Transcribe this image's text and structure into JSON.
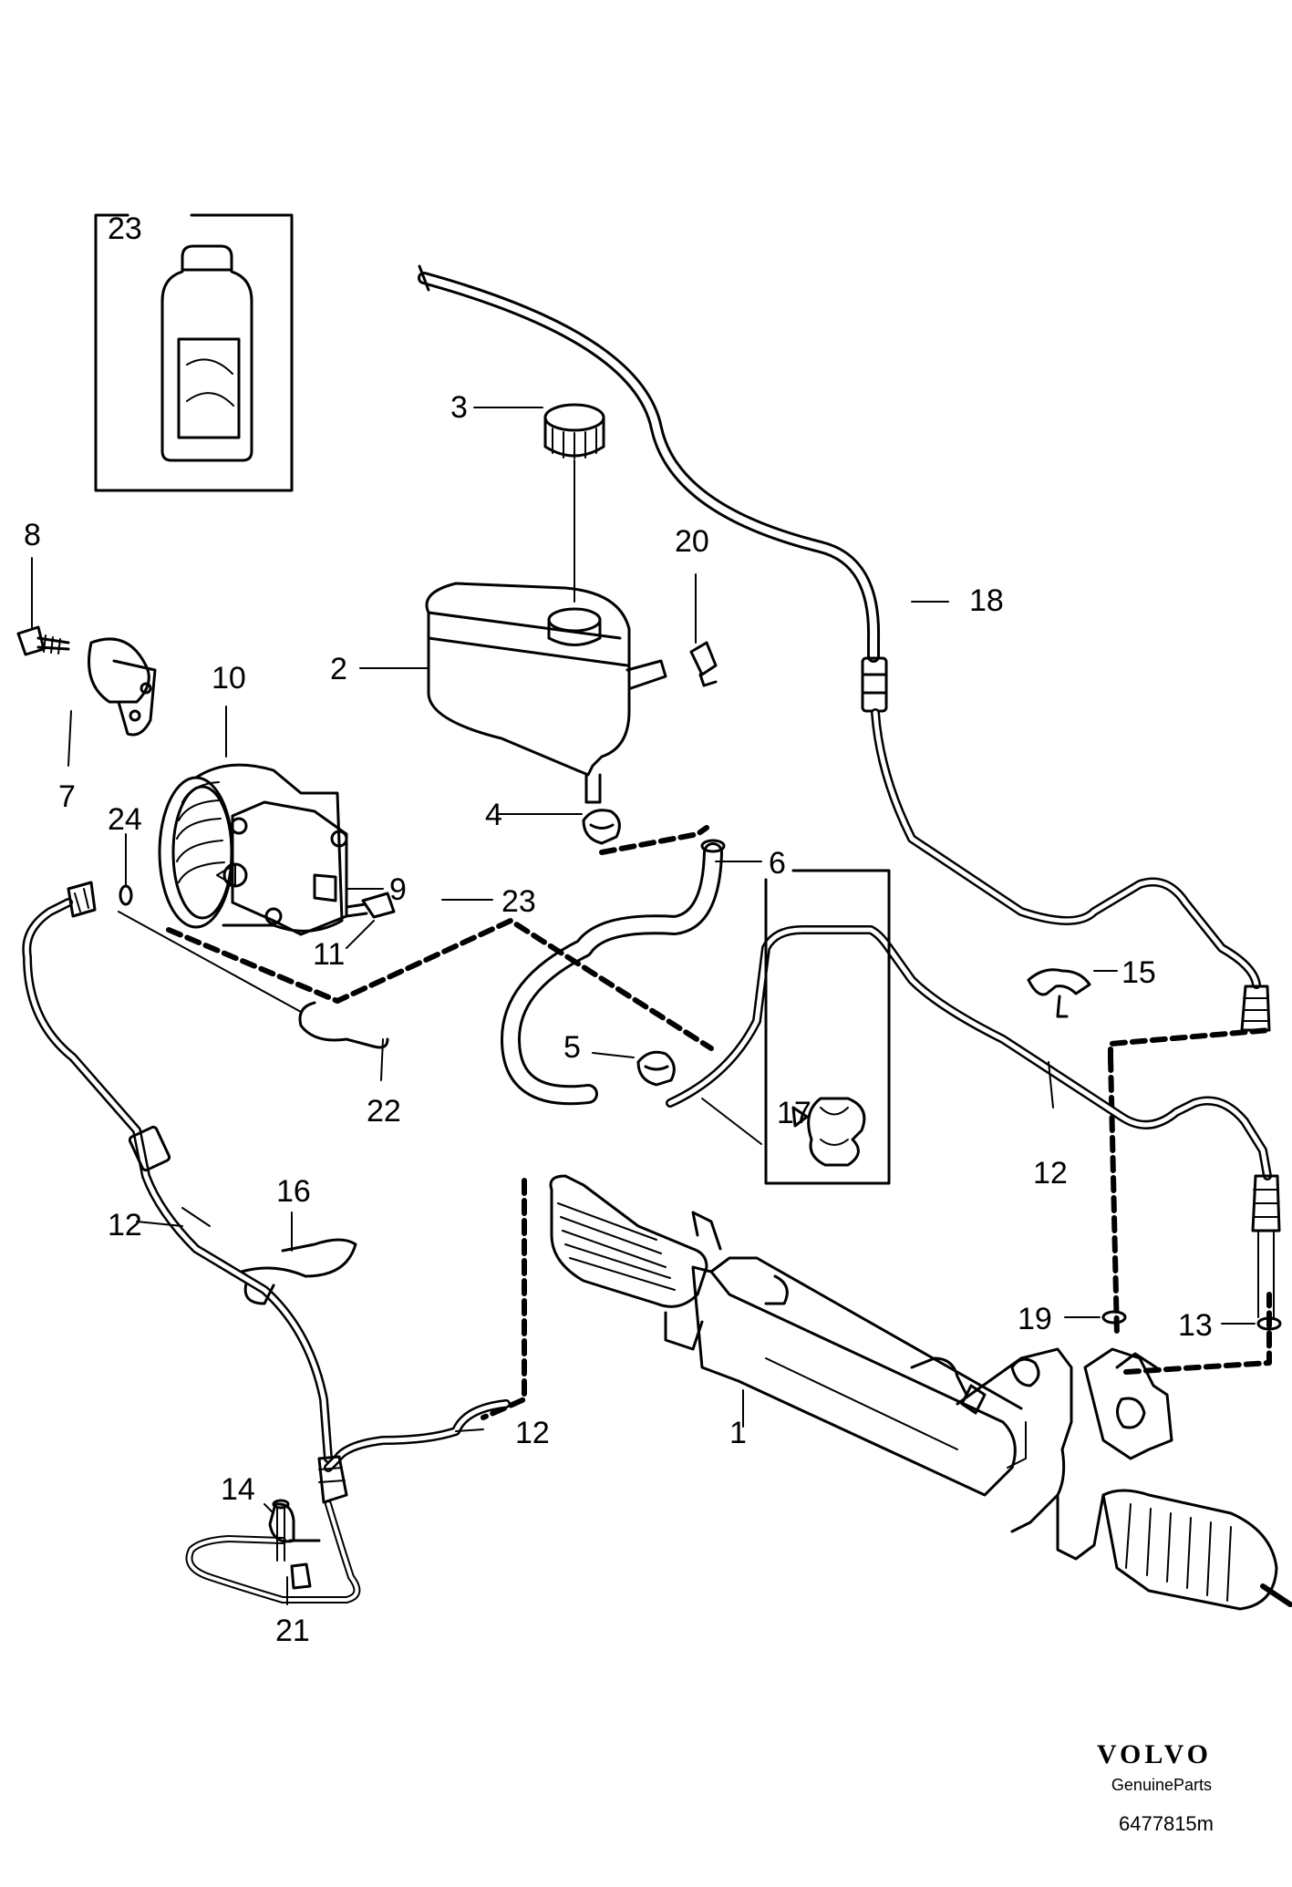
{
  "callouts": {
    "c1": "1",
    "c2": "2",
    "c3": "3",
    "c4": "4",
    "c5": "5",
    "c6": "6",
    "c7": "7",
    "c8": "8",
    "c9": "9",
    "c10": "10",
    "c11": "11",
    "c12a": "12",
    "c12b": "12",
    "c12c": "12",
    "c13": "13",
    "c14": "14",
    "c15": "15",
    "c16": "16",
    "c17": "17",
    "c18": "18",
    "c19": "19",
    "c20": "20",
    "c21": "21",
    "c22": "22",
    "c23a": "23",
    "c23b": "23",
    "c24": "24"
  },
  "brand": {
    "logo": "VOLVO",
    "subtitle": "GenuineParts",
    "code": "6477815m"
  }
}
